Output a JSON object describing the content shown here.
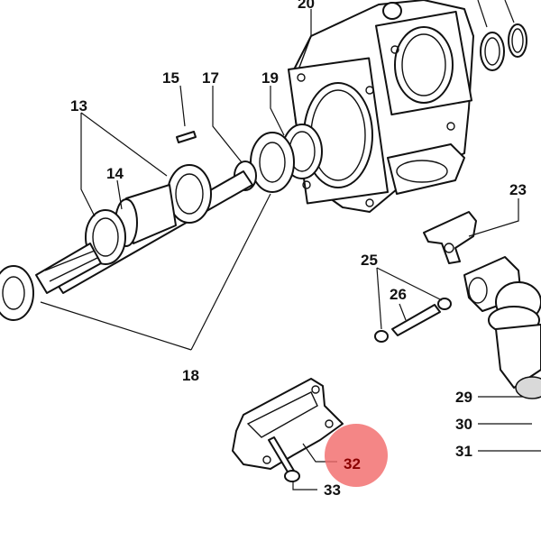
{
  "diagram": {
    "callouts": [
      {
        "id": "13",
        "label": "13"
      },
      {
        "id": "14",
        "label": "14"
      },
      {
        "id": "15",
        "label": "15"
      },
      {
        "id": "17",
        "label": "17"
      },
      {
        "id": "18",
        "label": "18"
      },
      {
        "id": "19",
        "label": "19"
      },
      {
        "id": "20",
        "label": "20"
      },
      {
        "id": "23",
        "label": "23"
      },
      {
        "id": "25",
        "label": "25"
      },
      {
        "id": "26",
        "label": "26"
      },
      {
        "id": "29",
        "label": "29"
      },
      {
        "id": "30",
        "label": "30"
      },
      {
        "id": "31",
        "label": "31"
      },
      {
        "id": "32",
        "label": "32"
      },
      {
        "id": "33",
        "label": "33"
      }
    ],
    "highlighted": "32",
    "colors": {
      "line": "#111111",
      "highlight_circle": "#f26b6b",
      "highlight_text": "#8b0000",
      "background": "#ffffff"
    }
  }
}
